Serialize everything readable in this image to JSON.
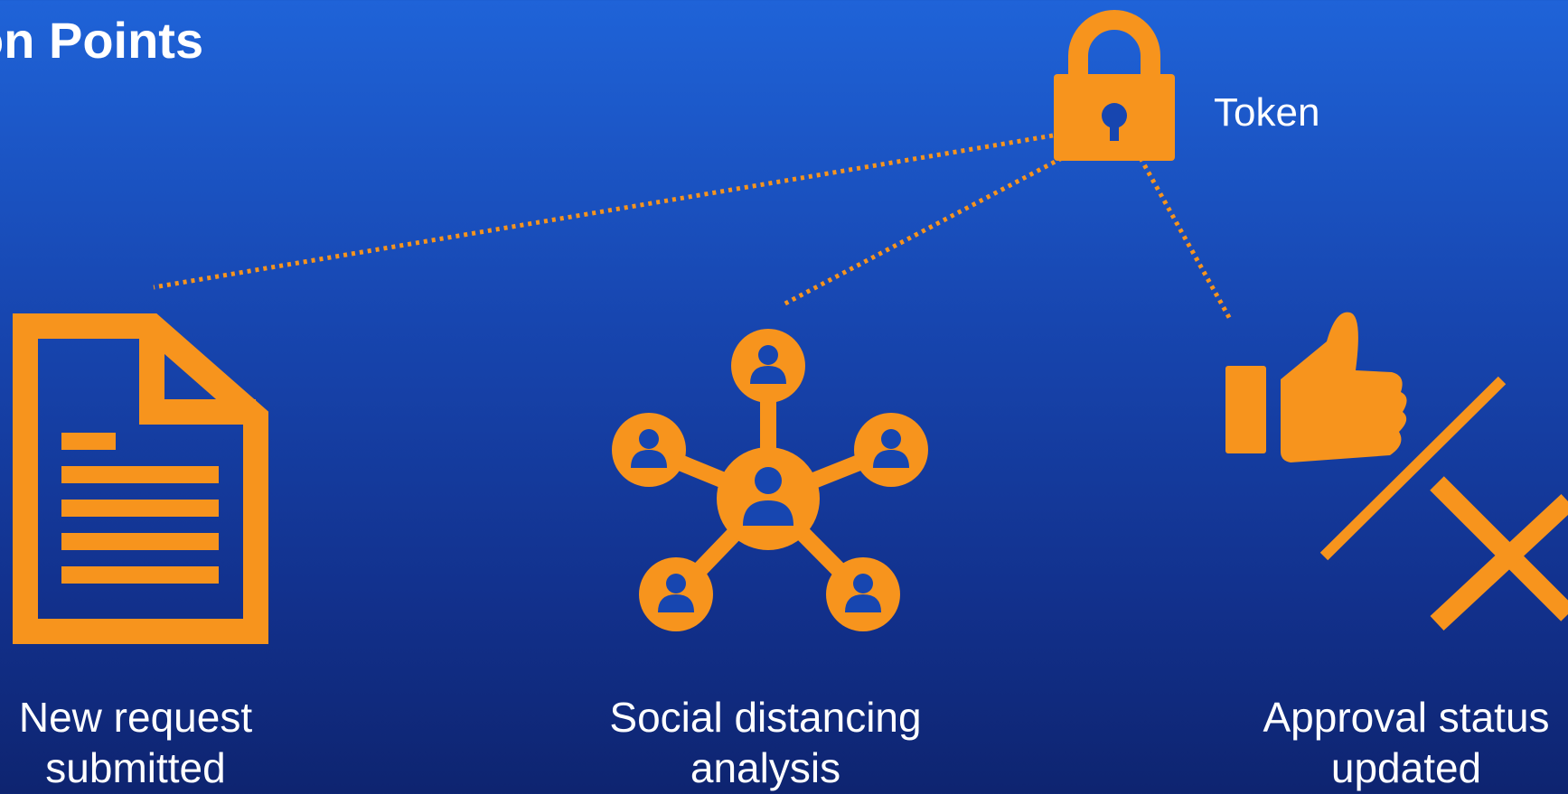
{
  "title": "on Points",
  "token": {
    "label": "Token",
    "icon": "lock-icon"
  },
  "nodes": [
    {
      "icon": "document-icon",
      "line1": "New request",
      "line2": "submitted"
    },
    {
      "icon": "network-icon",
      "line1": "Social distancing",
      "line2": "analysis"
    },
    {
      "icon": "thumbs-up-cross-icon",
      "line1": "Approval status",
      "line2": "updated"
    }
  ],
  "colors": {
    "accent": "#f7941d",
    "text": "#ffffff",
    "background_top": "#1f63d8",
    "background_bottom": "#0e2470"
  }
}
